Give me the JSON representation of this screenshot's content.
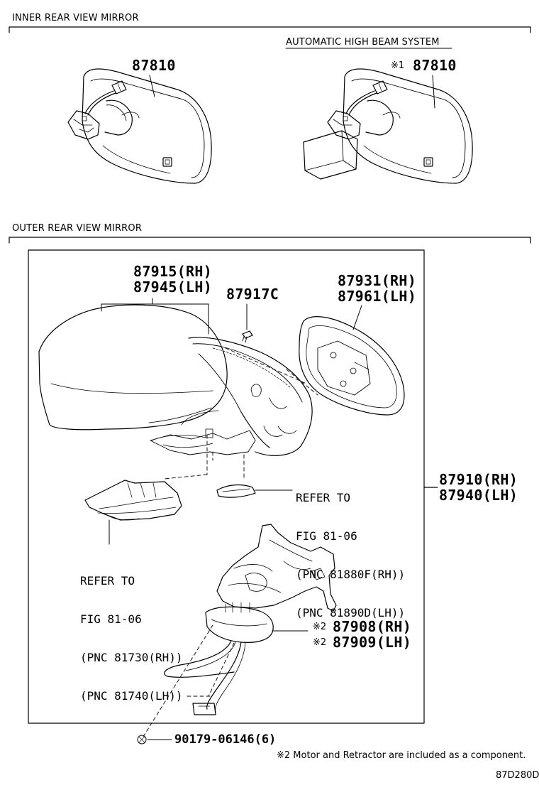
{
  "inner_section": {
    "title": "INNER REAR VIEW MIRROR",
    "subsection_title": "AUTOMATIC HIGH BEAM SYSTEM",
    "mirror_part": "87810",
    "ahb_mark": "※1",
    "ahb_mirror_part": "87810"
  },
  "outer_section": {
    "title": "OUTER REAR VIEW MIRROR",
    "cover_rh": "87915(RH)",
    "cover_lh": "87945(LH)",
    "screw": "87917C",
    "glass_rh": "87931(RH)",
    "glass_lh": "87961(LH)",
    "assy_rh": "87910(RH)",
    "assy_lh": "87940(LH)",
    "refer_upper": [
      "REFER TO",
      "FIG 81-06",
      "(PNC 81880F(RH))",
      "(PNC 81890D(LH))"
    ],
    "refer_lower": [
      "REFER TO",
      "FIG 81-06",
      "(PNC 81730(RH))",
      "(PNC 81740(LH))"
    ],
    "motor_mark": "※2",
    "motor_rh": "87908(RH)",
    "motor_lh": "87909(LH)",
    "clip": "90179-06146(6)"
  },
  "footnote": "※2 Motor and Retractor are included as a component.",
  "figure_code": "87D280D"
}
